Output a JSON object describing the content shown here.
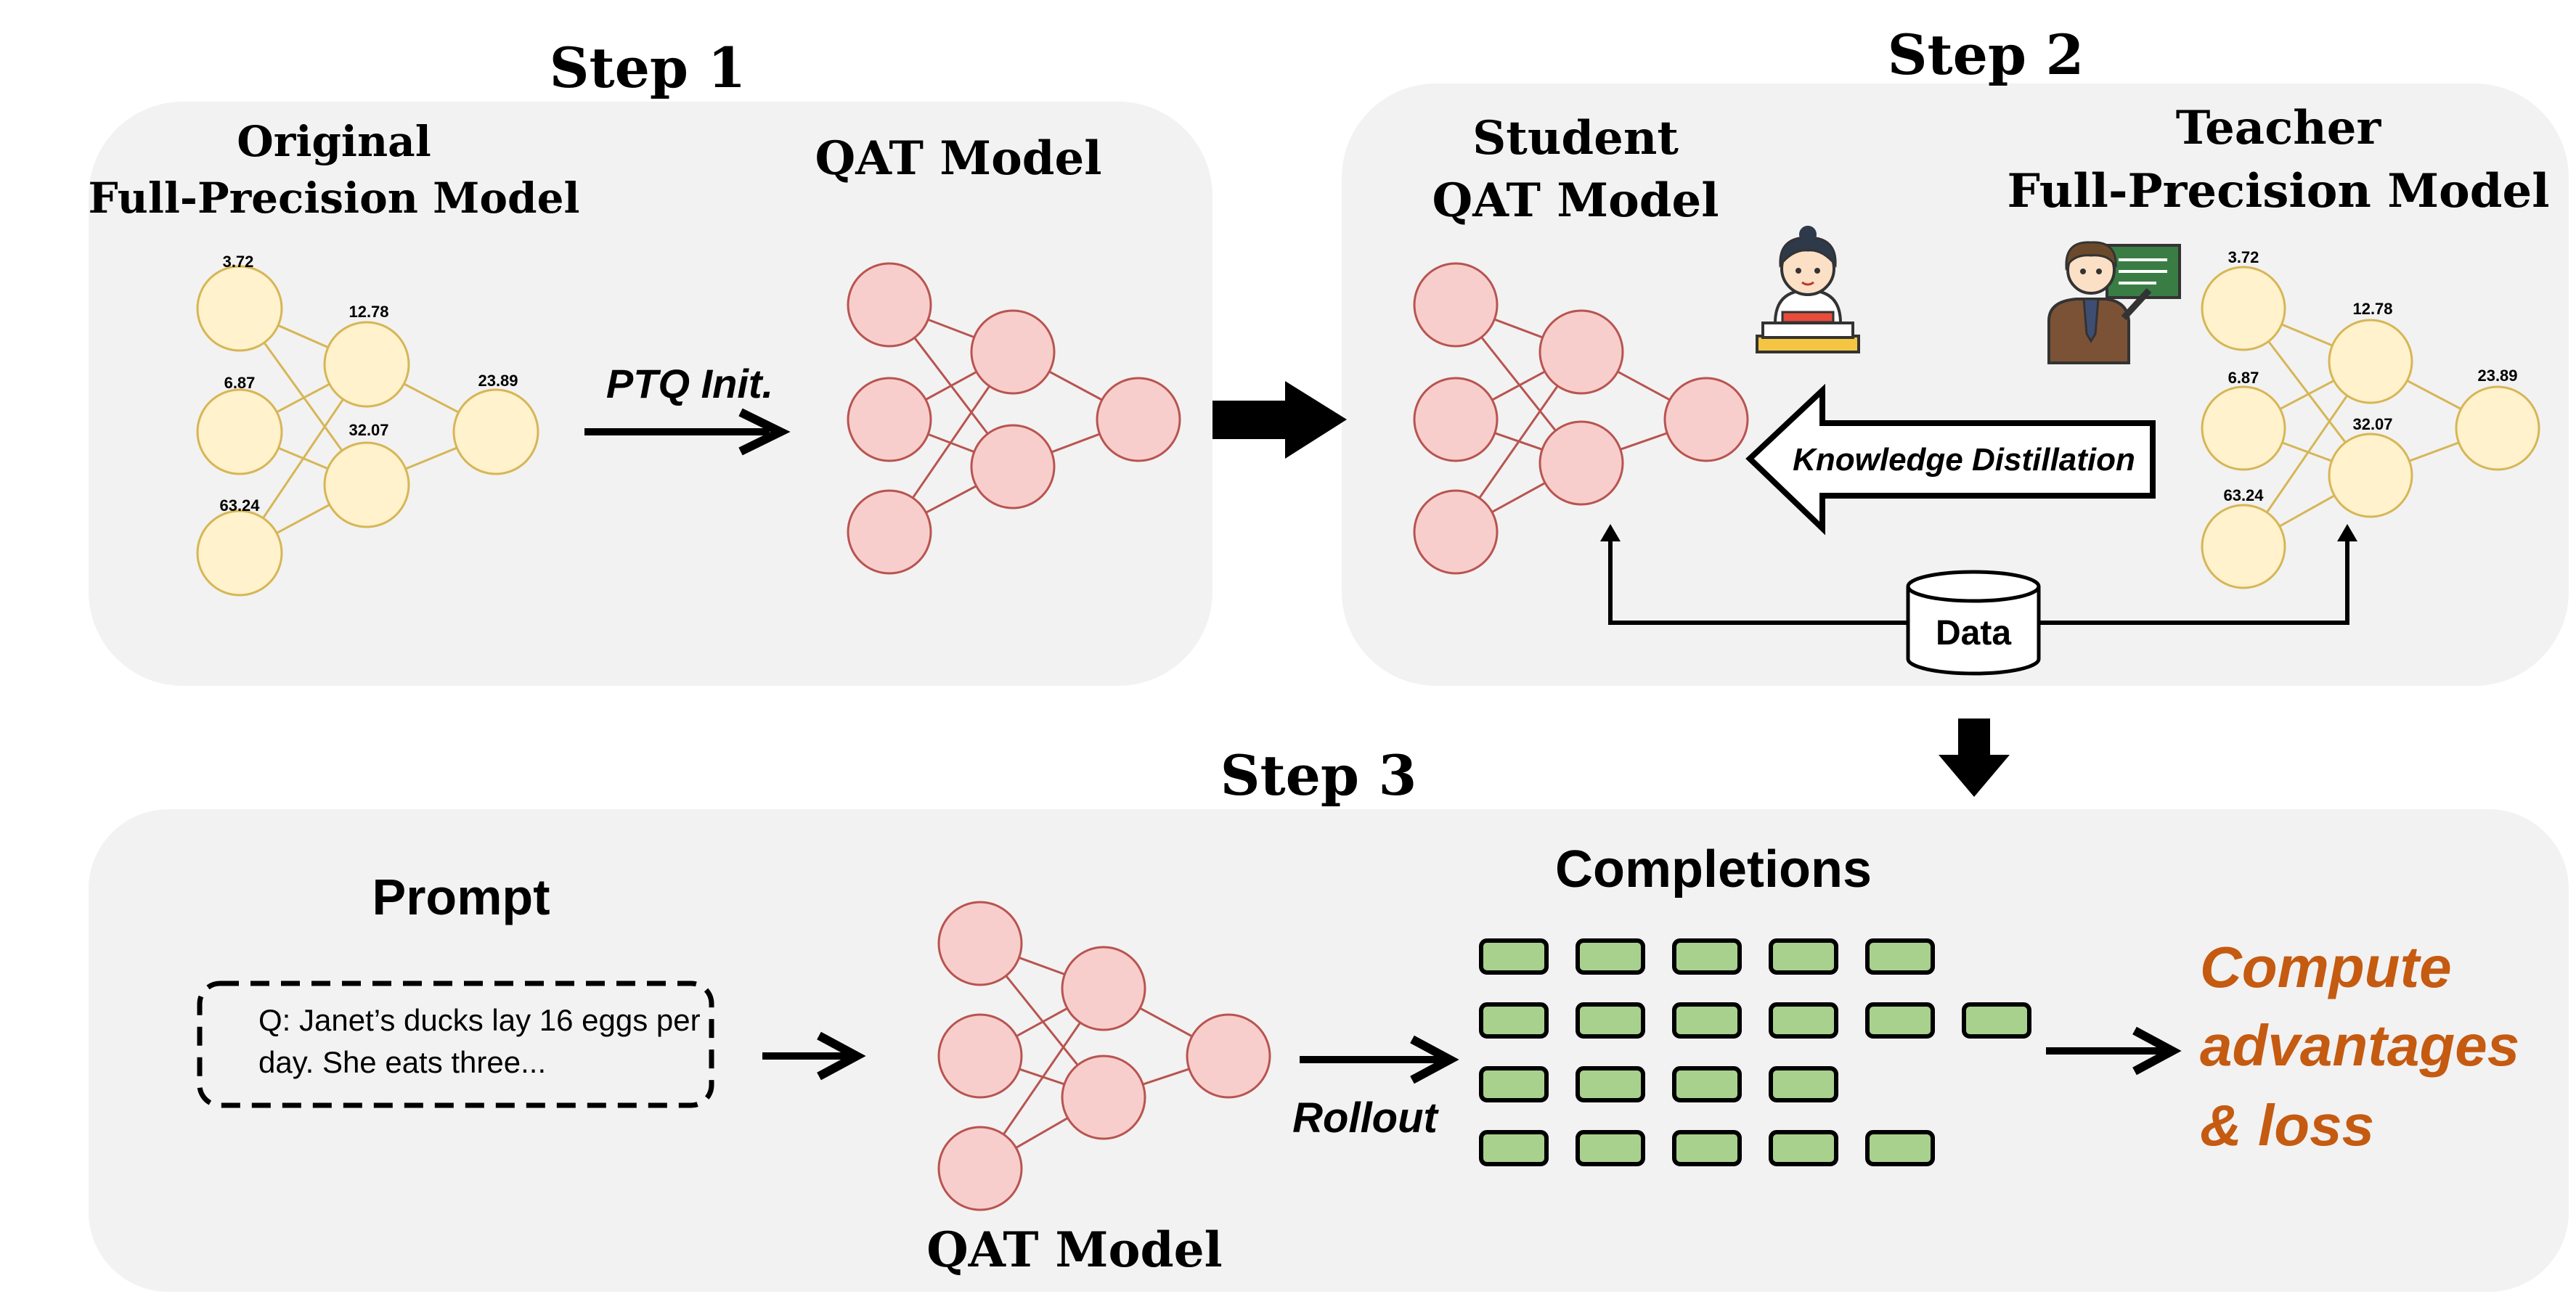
{
  "step1": {
    "title": "Step 1",
    "original_label_line1": "Original",
    "original_label_line2": "Full-Precision Model",
    "qat_label": "QAT Model",
    "arrow_label": "PTQ Init.",
    "node_values": [
      "3.72",
      "6.87",
      "63.24",
      "12.78",
      "32.07",
      "23.89"
    ]
  },
  "step2": {
    "title": "Step 2",
    "student_label_line1": "Student",
    "student_label_line2": "QAT Model",
    "teacher_label_line1": "Teacher",
    "teacher_label_line2": "Full-Precision Model",
    "kd_label": "Knowledge Distillation",
    "data_label": "Data",
    "node_values": [
      "3.72",
      "6.87",
      "63.24",
      "12.78",
      "32.07",
      "23.89"
    ]
  },
  "step3": {
    "title": "Step 3",
    "prompt_label": "Prompt",
    "prompt_text_line1": "Q: Janet’s ducks lay 16 eggs per",
    "prompt_text_line2": "day. She eats three...",
    "model_label": "QAT Model",
    "rollout_label": "Rollout",
    "completions_label": "Completions",
    "result_line1": "Compute",
    "result_line2": "advantages",
    "result_line3": "& loss",
    "completion_row_counts": [
      5,
      6,
      4,
      5
    ]
  },
  "colors": {
    "panel": "#f2f2f2",
    "fp_fill": "#fff2cc",
    "fp_stroke": "#d6b656",
    "qat_fill": "#f8cecc",
    "qat_stroke": "#b85450",
    "completion_fill": "#a9d18e",
    "accent": "#c55a11"
  },
  "icons": [
    "student-icon",
    "teacher-icon",
    "database-icon"
  ]
}
